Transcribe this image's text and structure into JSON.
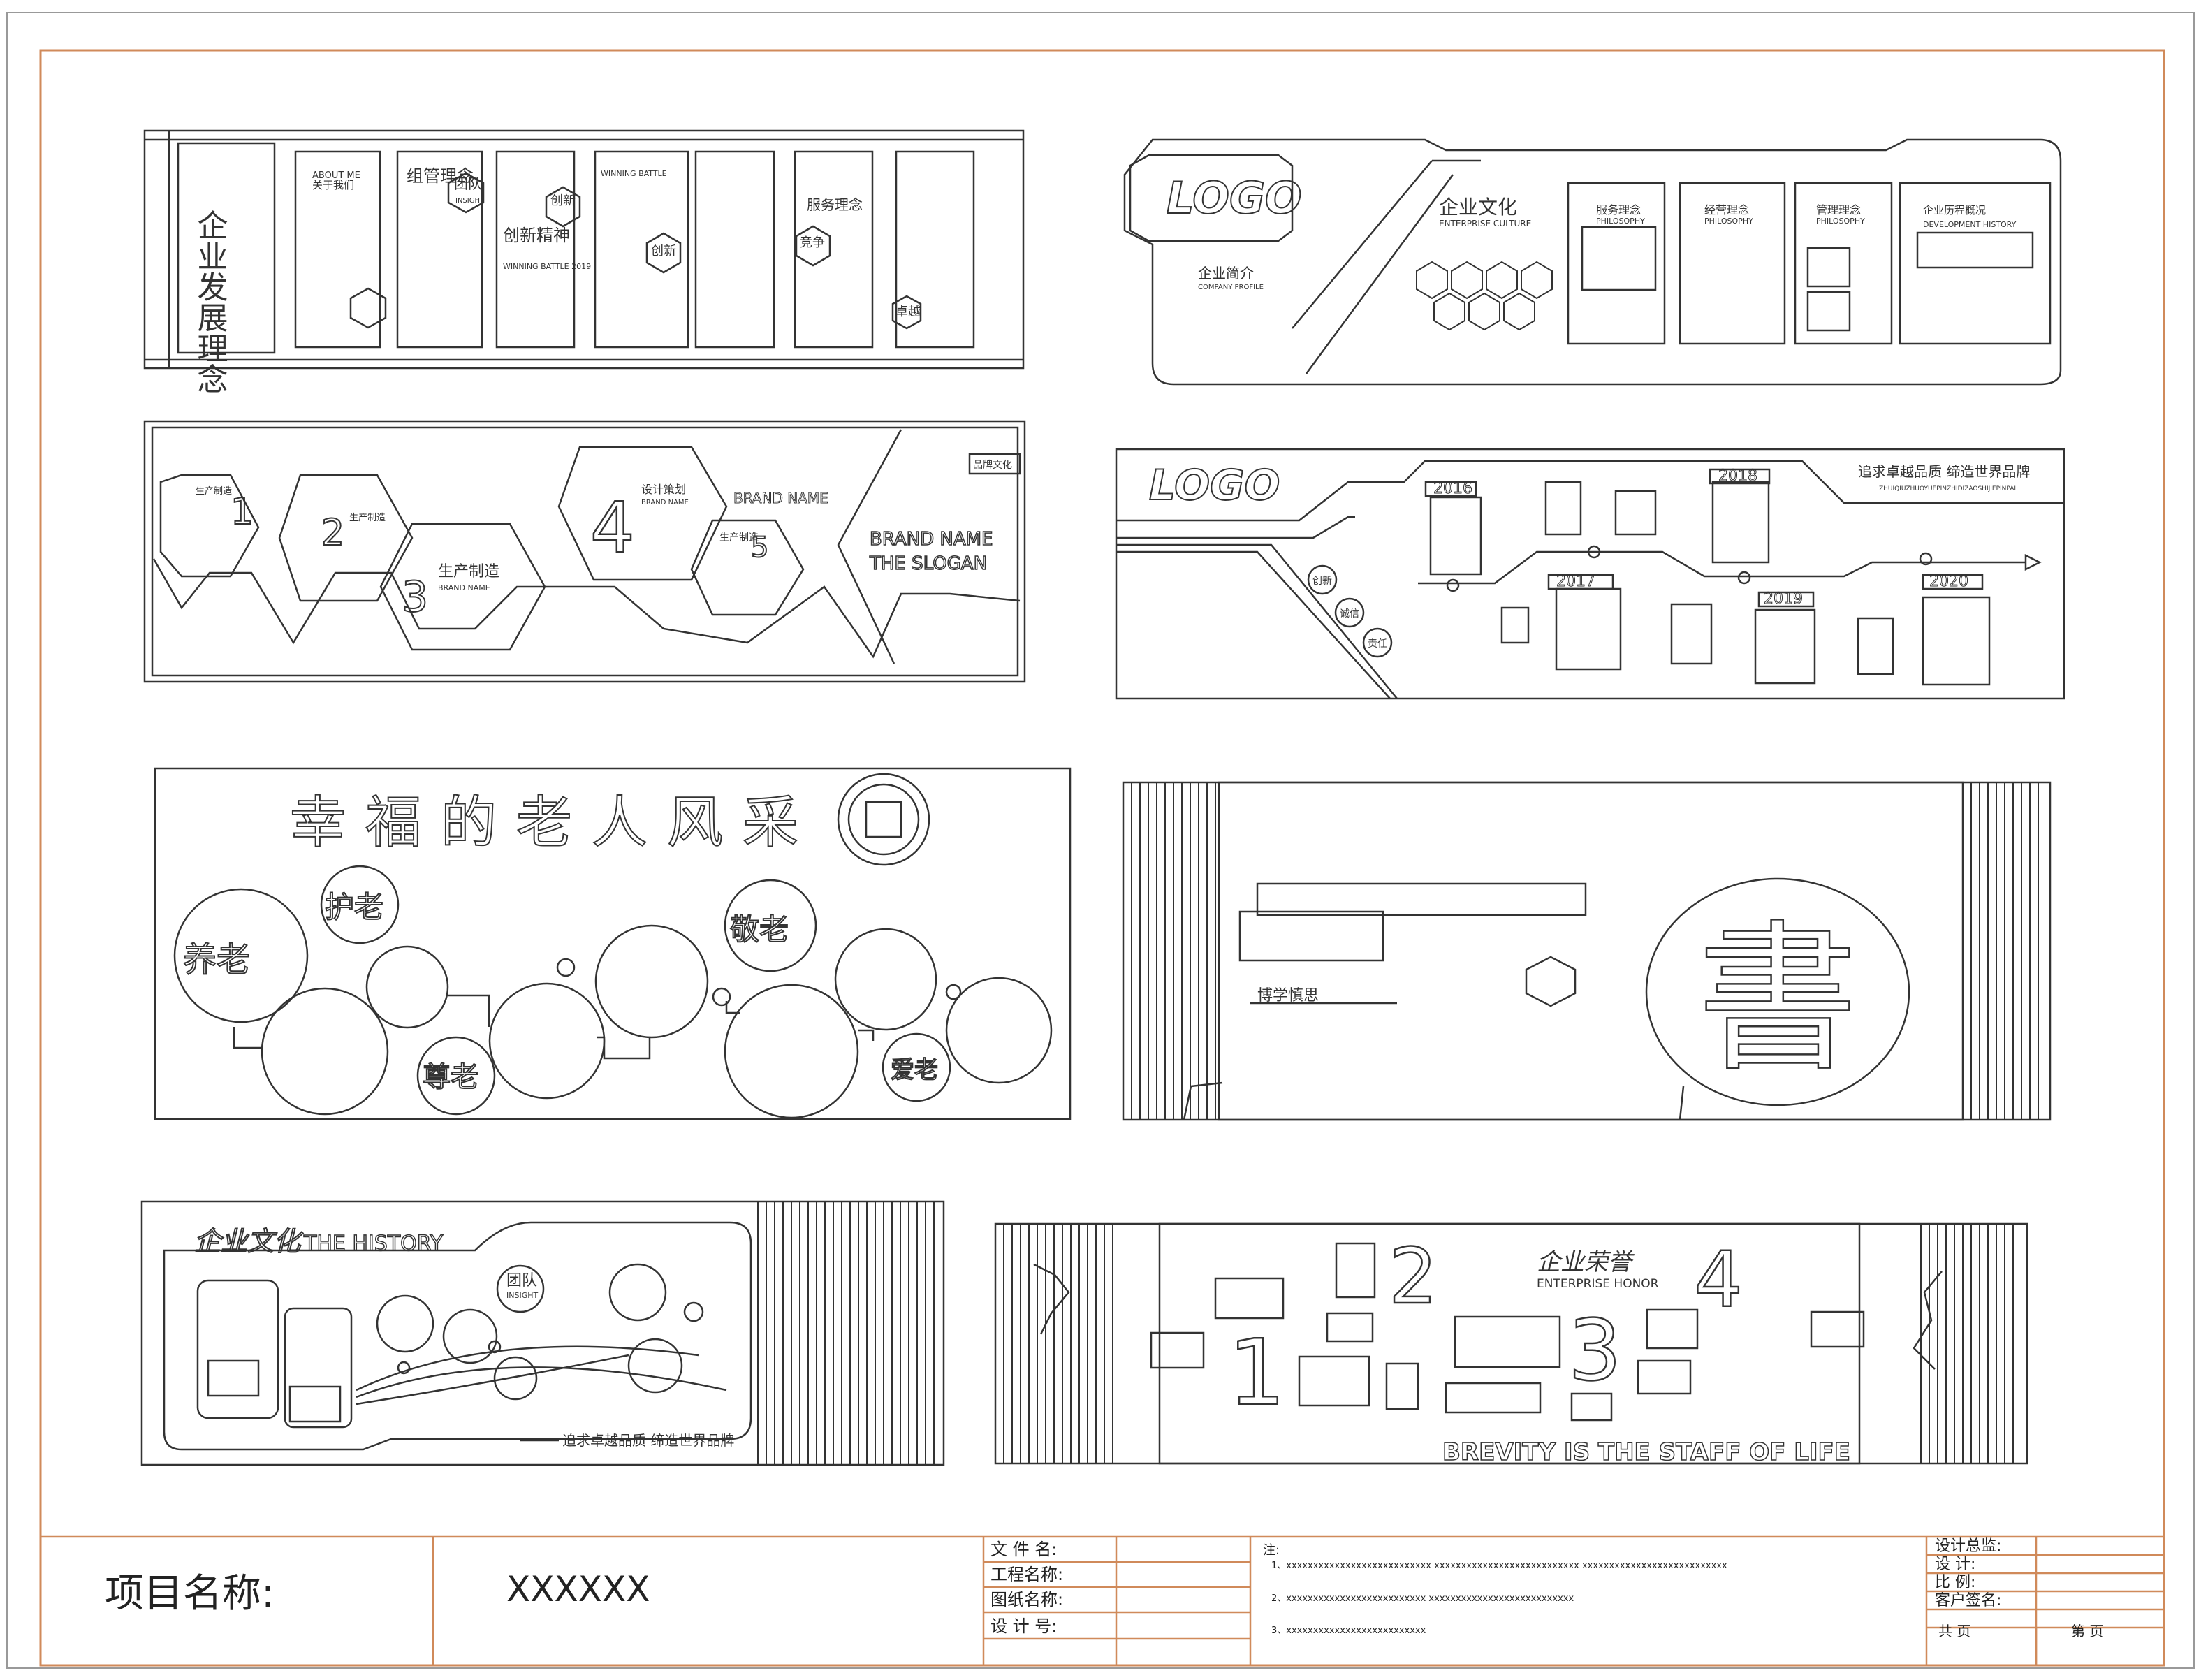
{
  "panel1": {
    "title": "企业发展理念",
    "about": "ABOUT ME",
    "about_cn": "关于我们",
    "block1": "组管理念",
    "badge_team": "团队",
    "badge_insight": "INSIGHT",
    "block2": "创新精神",
    "winning": "WINNING BATTLE 2019",
    "badge_pioneer": "创新",
    "winning2": "WINNING BATTLE",
    "badge_win": "创新",
    "block3": "服务理念",
    "badge_compete": "竞争",
    "badge_excel": "卓越"
  },
  "panel2": {
    "logo": "LOGO",
    "intro": "企业简介",
    "intro_en": "COMPANY PROFILE",
    "culture": "企业文化",
    "culture_en": "ENTERPRISE CULTURE",
    "c1": "服务理念",
    "c2": "经营理念",
    "c3": "管理理念",
    "philosophy": "PHILOSOPHY",
    "history": "企业历程概况",
    "history_en": "DEVELOPMENT HISTORY"
  },
  "panel3": {
    "brand_culture": "品牌文化",
    "s1": "生产制造",
    "s2": "生产制造",
    "s3": "生产制造",
    "s3_en": "BRAND NAME",
    "s4": "设计策划",
    "s4_en": "BRAND NAME",
    "s5": "生产制造",
    "brand_name": "BRAND NAME",
    "slogan1": "BRAND NAME",
    "slogan2": "THE SLOGAN",
    "n1": "1",
    "n2": "2",
    "n3": "3",
    "n4": "4",
    "n5": "5"
  },
  "panel4": {
    "logo": "LOGO",
    "slogan": "追求卓越品质  缔造世界品牌",
    "slogan_en": "ZHUIQIUZHUOYUEPINZHIDIZAOSHIJIEPINPAI",
    "years": [
      "2016",
      "2018",
      "2017",
      "2019",
      "2020"
    ],
    "values": [
      "创新",
      "诚信",
      "责任"
    ]
  },
  "panel5": {
    "title": "幸福的老人风采",
    "tags": [
      "护老",
      "养老",
      "敬老",
      "尊老",
      "爱老"
    ]
  },
  "panel6": {
    "char": "書",
    "label": "博学慎思"
  },
  "panel7": {
    "title": "企业文化",
    "title_en": "THE HISTORY",
    "team": "团队",
    "insight": "INSIGHT",
    "slogan": "追求卓越品质  缔造世界品牌"
  },
  "panel8": {
    "title": "企业荣誉",
    "title_en": "ENTERPRISE HONOR",
    "n1": "1",
    "n2": "2",
    "n3": "3",
    "n4": "4",
    "footer": "BREVITY IS THE STAFF OF LIFE"
  },
  "title_block": {
    "project_label": "项目名称:",
    "project_value": "XXXXXX",
    "file_name": "文 件 名:",
    "project_name": "工程名称:",
    "drawing_name": "图纸名称:",
    "design_no": "设 计 号:",
    "notes_label": "注:",
    "note1": "1、xxxxxxxxxxxxxxxxxxxxxxxxxxx    xxxxxxxxxxxxxxxxxxxxxxxxxxx    xxxxxxxxxxxxxxxxxxxxxxxxxxx",
    "note2": "2、xxxxxxxxxxxxxxxxxxxxxxxxxx    xxxxxxxxxxxxxxxxxxxxxxxxxxx",
    "note3": "3、xxxxxxxxxxxxxxxxxxxxxxxxxx",
    "director": "设计总监:",
    "design": "设    计:",
    "scale": "比    例:",
    "client": "客户签名:",
    "total": "共       页",
    "page": "第       页"
  }
}
